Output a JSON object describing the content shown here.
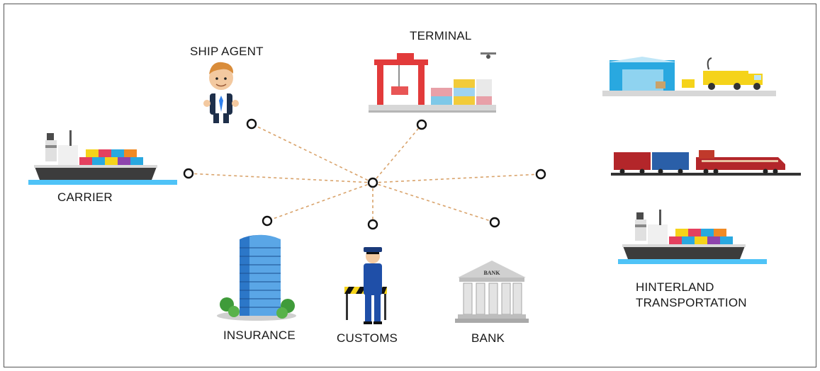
{
  "labels": {
    "ship_agent": "SHIP AGENT",
    "terminal": "TERMINAL",
    "carrier": "CARRIER",
    "insurance": "INSURANCE",
    "customs": "CUSTOMS",
    "bank": "BANK",
    "bank_sign": "BANK",
    "hinterland_line1": "HINTERLAND",
    "hinterland_line2": "TRANSPORTATION"
  },
  "colors": {
    "connector": "#d9a36b",
    "node_stroke": "#111111",
    "sea": "#4fc3f7",
    "ship_hull": "#3c3c3c",
    "crane_red": "#e23a3a",
    "truck_yellow": "#f5d31a",
    "warehouse_blue": "#29a8e0",
    "train_red": "#b3262a",
    "train_blue": "#2a5fa8",
    "building_blue": "#2c77c8",
    "police_blue": "#1f4fa8"
  },
  "icons": [
    "ship-agent-icon",
    "terminal-icon",
    "carrier-ship-icon",
    "warehouse-truck-icon",
    "train-icon",
    "hinterland-ship-icon",
    "insurance-building-icon",
    "customs-officer-icon",
    "bank-icon"
  ]
}
